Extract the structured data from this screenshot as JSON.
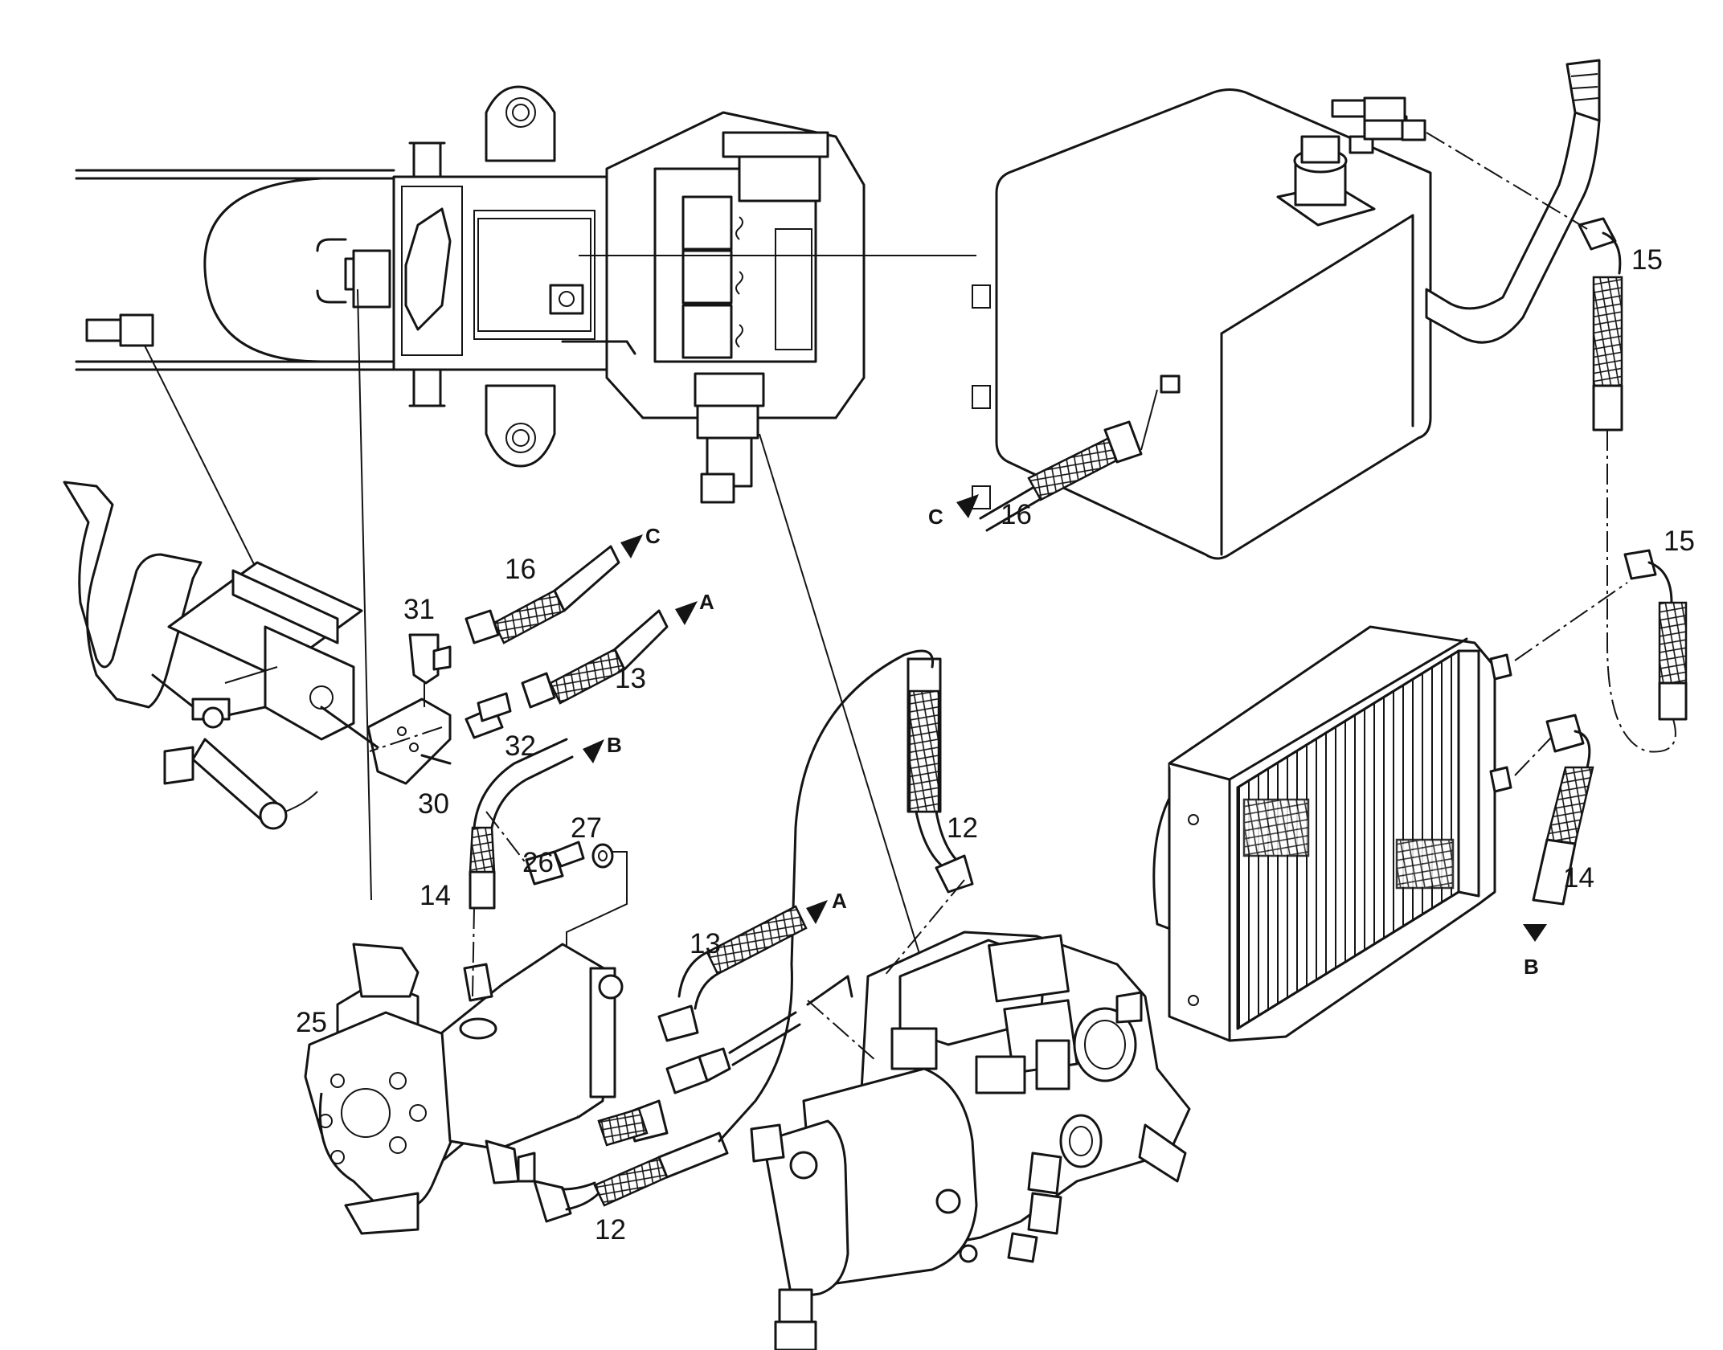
{
  "diagram": {
    "callouts": [
      {
        "key": "c15a",
        "text": "15"
      },
      {
        "key": "c15b",
        "text": "15"
      },
      {
        "key": "c16a",
        "text": "16"
      },
      {
        "key": "c16b",
        "text": "16"
      },
      {
        "key": "c31",
        "text": "31"
      },
      {
        "key": "c13a",
        "text": "13"
      },
      {
        "key": "c13b",
        "text": "13"
      },
      {
        "key": "c32",
        "text": "32"
      },
      {
        "key": "c30",
        "text": "30"
      },
      {
        "key": "c27",
        "text": "27"
      },
      {
        "key": "c26",
        "text": "26"
      },
      {
        "key": "c14a",
        "text": "14"
      },
      {
        "key": "c14b",
        "text": "14"
      },
      {
        "key": "c12a",
        "text": "12"
      },
      {
        "key": "c12b",
        "text": "12"
      },
      {
        "key": "c25",
        "text": "25"
      }
    ],
    "port_letters": {
      "C1": "C",
      "C2": "C",
      "A1": "A",
      "A2": "A",
      "B1": "B",
      "B2": "B"
    },
    "colors": {
      "ink": "#141414",
      "paper": "#ffffff"
    }
  }
}
